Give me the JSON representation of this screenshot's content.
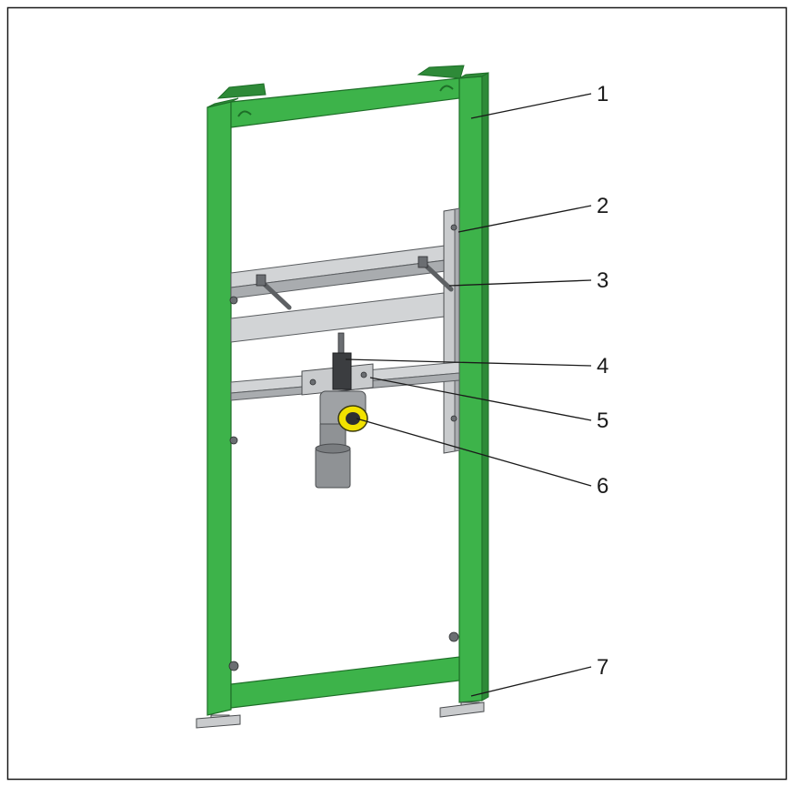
{
  "figure": {
    "callouts": [
      {
        "id": "1",
        "label": "1"
      },
      {
        "id": "2",
        "label": "2"
      },
      {
        "id": "3",
        "label": "3"
      },
      {
        "id": "4",
        "label": "4"
      },
      {
        "id": "5",
        "label": "5"
      },
      {
        "id": "6",
        "label": "6"
      },
      {
        "id": "7",
        "label": "7"
      }
    ]
  },
  "colors": {
    "frame_green": "#3db34a",
    "frame_outline": "#1e6e28",
    "rail_metal": "#d2d4d6",
    "trap_yellow": "#f2e200",
    "border": "#1a1a1a"
  }
}
